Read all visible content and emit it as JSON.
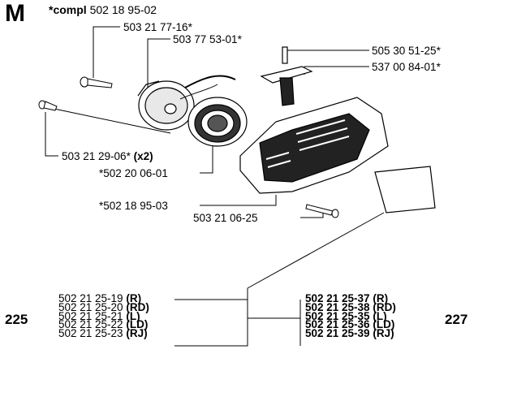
{
  "section_letter": "M",
  "complete_kit": {
    "prefix": "*compl",
    "number": "502 18 95-02"
  },
  "callouts": [
    {
      "id": "c1",
      "text": "503 21 77-16*"
    },
    {
      "id": "c2",
      "text": "503 77 53-01*"
    },
    {
      "id": "c3",
      "text": "505 30 51-25*"
    },
    {
      "id": "c4",
      "text": "537 00 84-01*"
    },
    {
      "id": "c5",
      "text": "503 21 29-06*",
      "qty": "(x2)"
    },
    {
      "id": "c6",
      "text": "*502 20 06-01"
    },
    {
      "id": "c7",
      "text": "*502 18 95-03"
    },
    {
      "id": "c8",
      "text": "503 21 06-25"
    }
  ],
  "models": [
    {
      "model": "225",
      "parts": [
        {
          "number": "502 21 25-19",
          "variant": "(R)"
        },
        {
          "number": "502 21 25-20",
          "variant": "(RD)"
        },
        {
          "number": "502 21 25-21",
          "variant": "(L)"
        },
        {
          "number": "502 21 25-22",
          "variant": "(LD)"
        },
        {
          "number": "502 21 25-23",
          "variant": "(RJ)"
        }
      ]
    },
    {
      "model": "227",
      "parts": [
        {
          "number": "502 21 25-37",
          "variant": "(R)"
        },
        {
          "number": "502 21 25-38",
          "variant": "(RD)"
        },
        {
          "number": "502 21 25-35",
          "variant": "(L)"
        },
        {
          "number": "502 21 25-36",
          "variant": "(LD)"
        },
        {
          "number": "502 21 25-39",
          "variant": "(RJ)"
        }
      ]
    }
  ]
}
